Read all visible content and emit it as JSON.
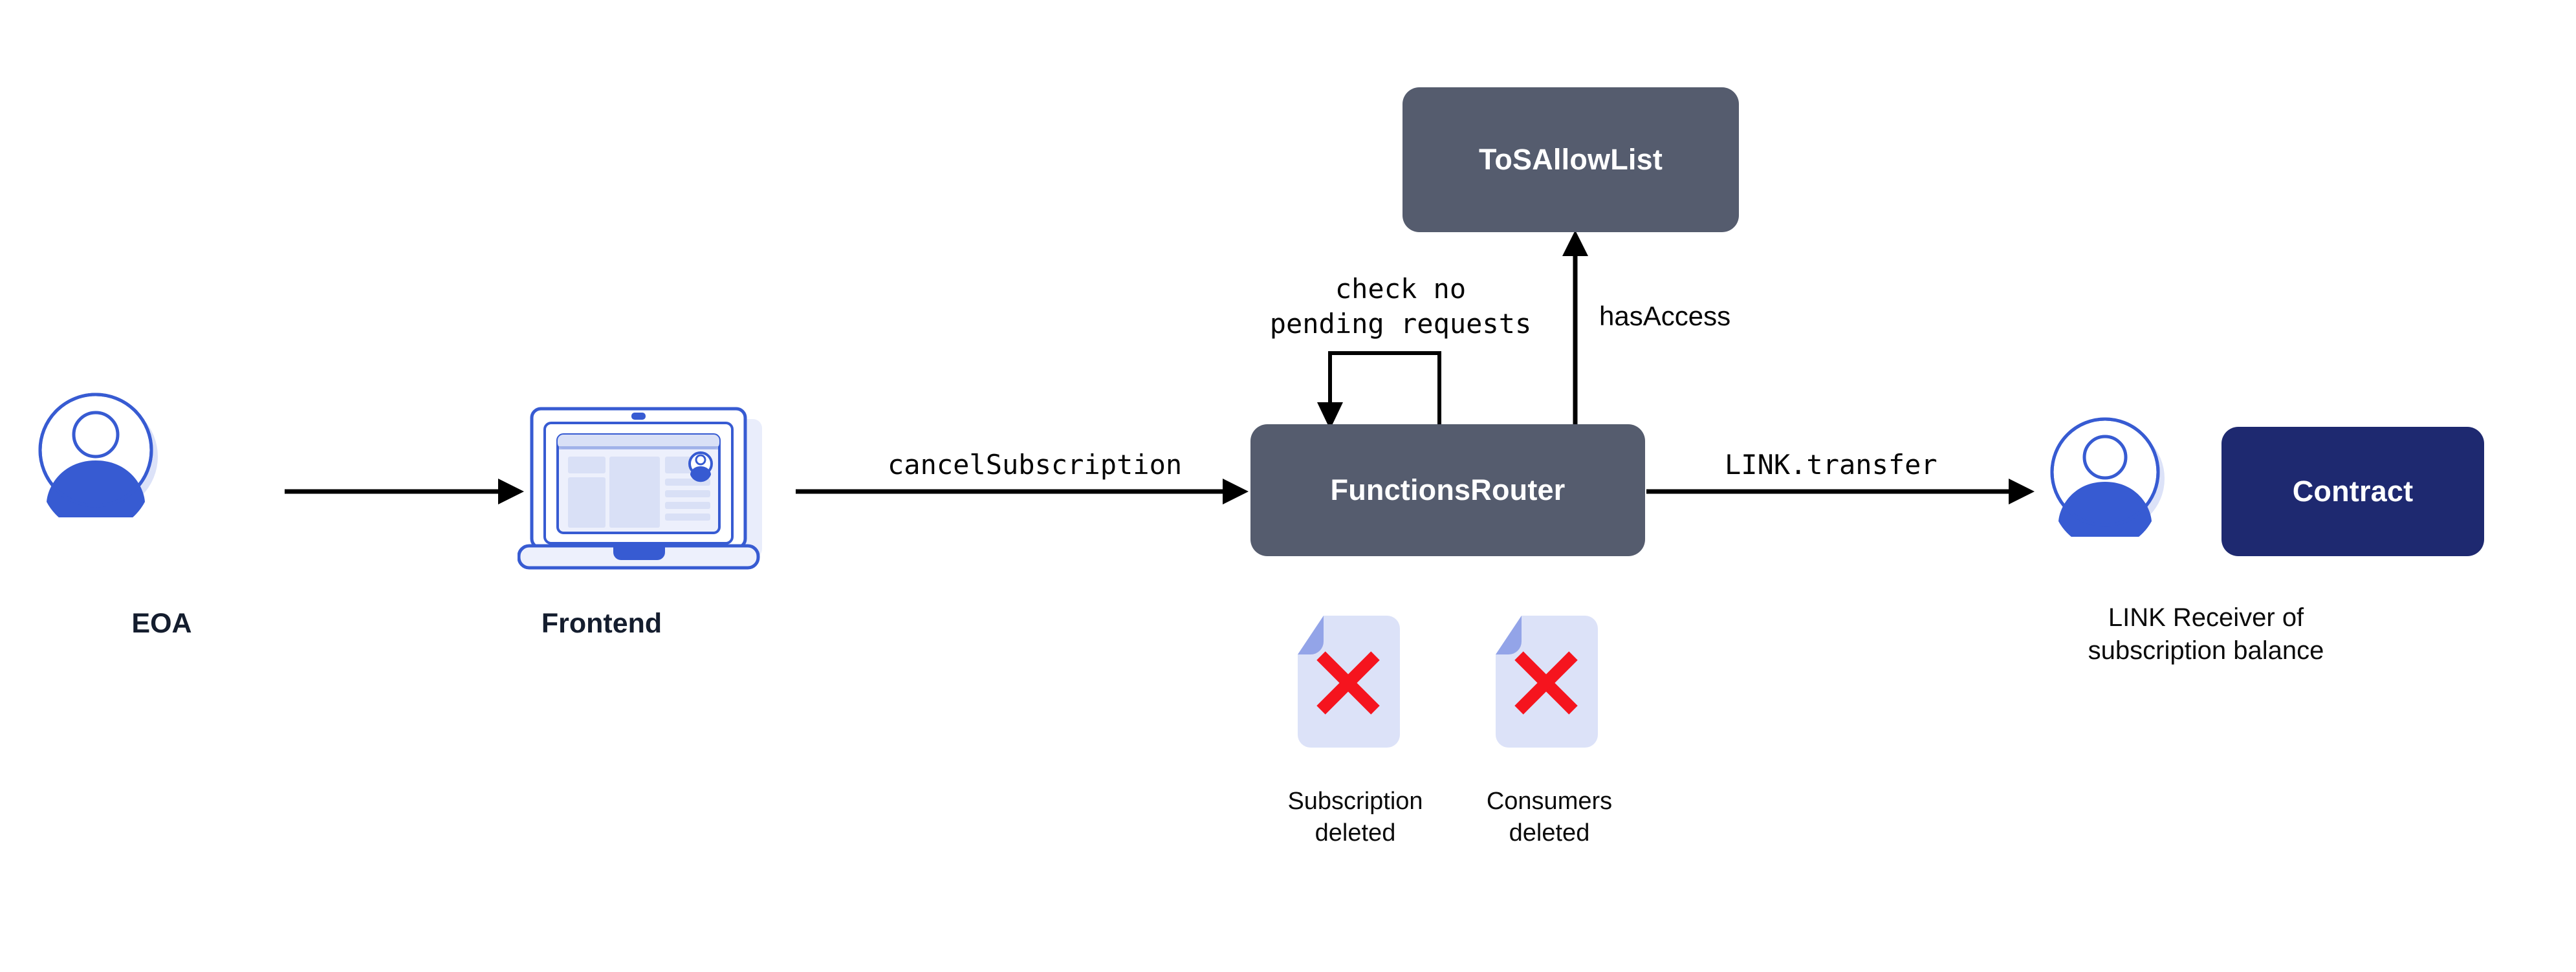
{
  "diagram": {
    "title_nodes": {
      "tos_allowlist": "ToSAllowList",
      "functions_router": "FunctionsRouter",
      "contract": "Contract"
    },
    "actors": {
      "eoa_label": "EOA",
      "frontend_label": "Frontend",
      "link_receiver_caption": "LINK Receiver of\nsubscription balance"
    },
    "edges": {
      "cancel_subscription": "cancelSubscription",
      "link_transfer": "LINK.transfer",
      "check_pending_requests": "check no\npending requests",
      "has_access": "hasAccess"
    },
    "documents": [
      {
        "caption": "Subscription\ndeleted",
        "state": "deleted",
        "mark": "red-x"
      },
      {
        "caption": "Consumers\ndeleted",
        "state": "deleted",
        "mark": "red-x"
      }
    ],
    "colors": {
      "slate_box": "#555C6E",
      "navy_box": "#1E2970",
      "royal_blue": "#375BD2",
      "light_lavender": "#DCE2F8",
      "doc_fold": "#93A4E8",
      "red_x": "#F5141E",
      "arrow_black": "#000000",
      "caption_navy": "#141D2E",
      "background": "#FFFFFF"
    }
  }
}
